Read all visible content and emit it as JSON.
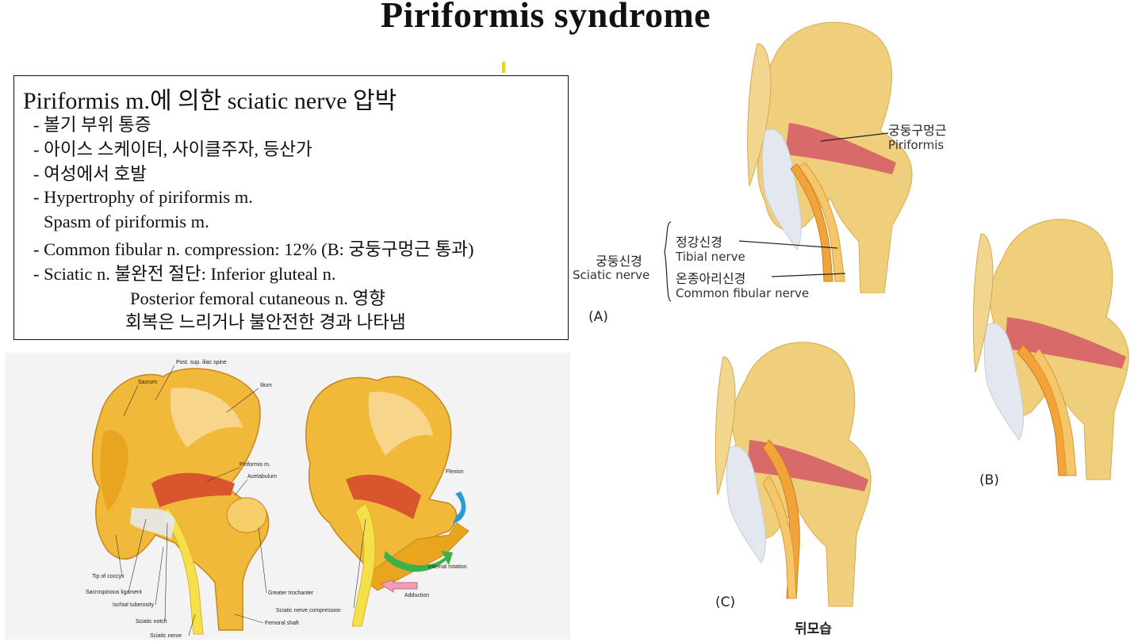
{
  "title": "Piriformis syndrome",
  "textbox": {
    "heading": "Piriformis m.에 의한 sciatic nerve 압박",
    "lines": [
      "- 볼기 부위 통증",
      "- 아이스 스케이터, 사이클주자, 등산가",
      "- 여성에서 호발",
      "- Hypertrophy of piriformis m.",
      "Spasm of piriformis m.",
      "- Common fibular n. compression: 12% (B: 궁둥구멍근 통과)",
      "- Sciatic n. 불완전 절단: Inferior gluteal n.",
      "Posterior femoral cutaneous n. 영향",
      "회복은 느리거나 불안전한 경과 나타냄"
    ]
  },
  "figure_left": {
    "labels": {
      "post_sup_iliac_spine": "Post. sup. iliac spine",
      "sacrum": "Sacrum",
      "ilium": "Ilium",
      "piriformis": "Piriformis m.",
      "acetabulum": "Acetabulum",
      "tip_of_coccyx": "Tip of coccyx",
      "sacrospinous_ligament": "Sacrospinous ligament",
      "ischial_tuberosity": "Ischial tuberosity",
      "sciatic_notch": "Sciatic notch",
      "sciatic_nerve": "Sciatic nerve",
      "greater_trochanter": "Greater trochanter",
      "femoral_shaft": "Femoral shaft",
      "flexion": "Flexion",
      "internal_rotation": "Internal rotation",
      "adduction": "Adduction",
      "sciatic_nerve_compression": "Sciatic nerve compression"
    }
  },
  "figure_right": {
    "piriformis_ko": "궁둥구멍근",
    "piriformis_en": "Piriformis",
    "tibial_ko": "정강신경",
    "tibial_en": "Tibial nerve",
    "sciatic_ko": "궁둥신경",
    "sciatic_en": "Sciatic nerve",
    "fibular_ko": "온종아리신경",
    "fibular_en": "Common fibular nerve",
    "panel_a": "(A)",
    "panel_b": "(B)",
    "panel_c": "(C)",
    "caption": "뒤모습"
  },
  "colors": {
    "bone": "#f0cf7c",
    "bone_shadow": "#d9a94a",
    "bone_deep": "#e9a51e",
    "muscle": "#d96a6a",
    "nerve": "#f2b14a",
    "ligament": "#dfe4ea"
  }
}
